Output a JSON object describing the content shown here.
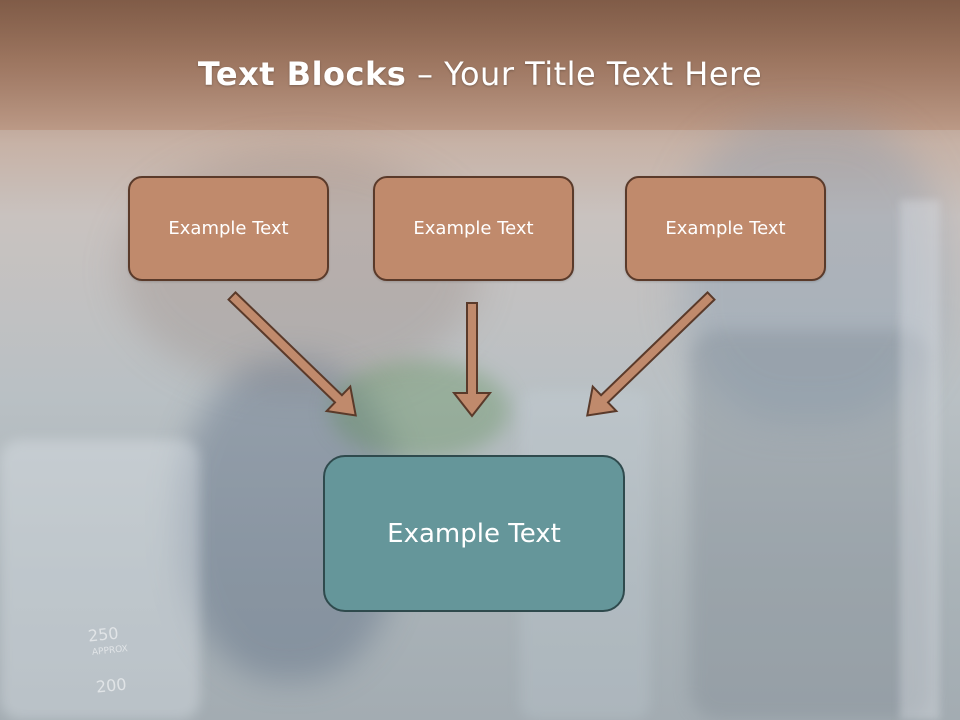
{
  "title": {
    "bold": "Text Blocks",
    "rest": " – Your Title Text Here"
  },
  "top_boxes": [
    "Example Text",
    "Example Text",
    "Example Text"
  ],
  "main_box": "Example Text",
  "background_labels": [
    "250",
    "APPROX",
    "200"
  ],
  "colors": {
    "box_fill": "#c08a6c",
    "box_border": "#5a3a2a",
    "main_box_fill": "#65969a",
    "main_box_border": "#2f4a4d",
    "arrow_fill": "#c08a6c"
  }
}
